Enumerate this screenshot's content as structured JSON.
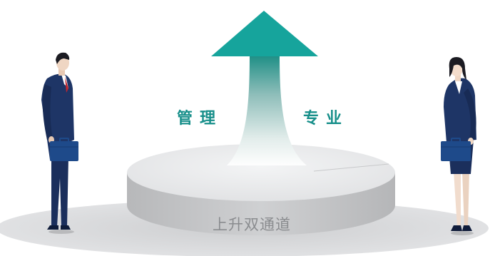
{
  "labels": {
    "left": "管理",
    "right": "专业",
    "base": "上升双通道"
  },
  "colors": {
    "arrow": "#16a49c",
    "label": "#178f8a",
    "base_text": "#8a8c8f",
    "suit": "#1e3566",
    "platform_top": "#e6e7e9",
    "platform_side": "#c9cacc",
    "ground": "#d9dadc"
  }
}
